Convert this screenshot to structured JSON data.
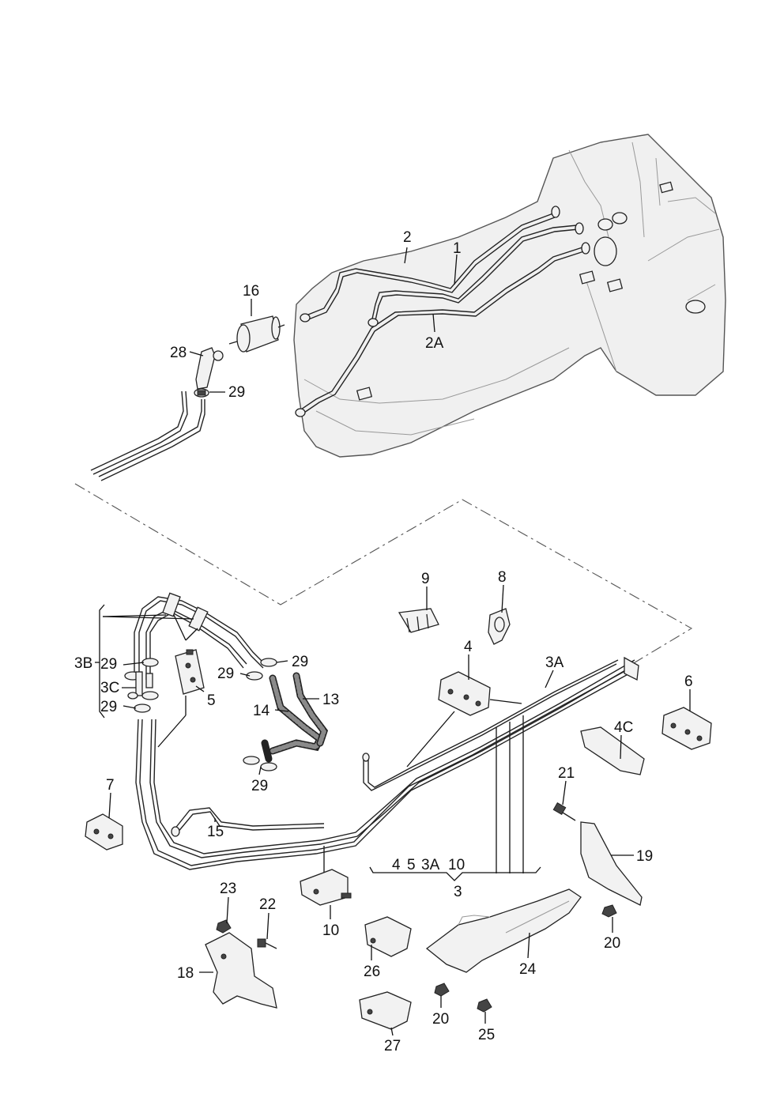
{
  "callouts": {
    "c1": "1",
    "c2": "2",
    "c2A": "2A",
    "c16": "16",
    "c28": "28",
    "c29a": "29",
    "c3B": "3B",
    "c29b": "29",
    "c3C": "3C",
    "c29c": "29",
    "c5": "5",
    "c29d": "29",
    "c29e": "29",
    "c13": "13",
    "c14": "14",
    "c29f": "29",
    "c9": "9",
    "c8": "8",
    "c4": "4",
    "c3A": "3A",
    "c6": "6",
    "c4C": "4C",
    "c21": "21",
    "c7": "7",
    "c15": "15",
    "c19": "19",
    "g4": "4",
    "g5": "5",
    "g3A": "3A",
    "g10": "10",
    "g3": "3",
    "c10": "10",
    "c23": "23",
    "c22": "22",
    "c18": "18",
    "c26": "26",
    "c24": "24",
    "c20a": "20",
    "c20b": "20",
    "c25": "25",
    "c27": "27"
  }
}
